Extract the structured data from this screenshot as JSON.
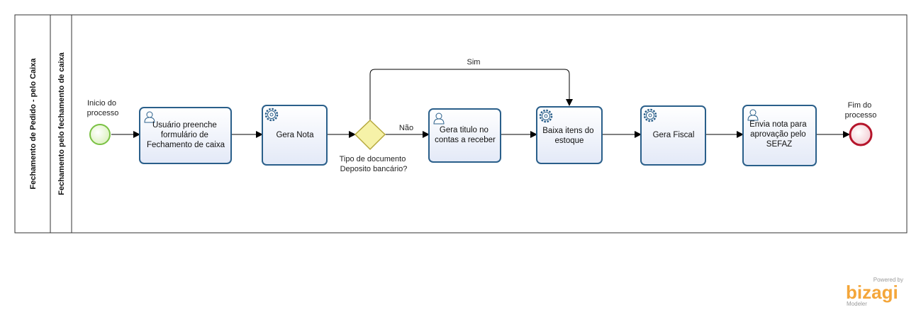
{
  "pool": {
    "title": "Fechamento de Pedido - pelo Caixa",
    "lane": "Fechamento pelo fechamento de caixa"
  },
  "start_event": {
    "label": [
      "Inicio do",
      "processo"
    ],
    "color": "#7ac143"
  },
  "end_event": {
    "label": [
      "Fim do",
      "processo"
    ],
    "color": "#b5152b"
  },
  "tasks": [
    {
      "id": "t1",
      "type": "user-task",
      "icon": "user-icon",
      "lines": [
        "Usuário preenche",
        "formulário de",
        "Fechamento de caixa"
      ]
    },
    {
      "id": "t2",
      "type": "service-task",
      "icon": "gear-icon",
      "lines": [
        "Gera Nota"
      ]
    },
    {
      "id": "t3",
      "type": "user-task",
      "icon": "user-icon",
      "lines": [
        "Gera titulo no",
        "contas a receber"
      ]
    },
    {
      "id": "t4",
      "type": "service-task",
      "icon": "gear-icon",
      "lines": [
        "Baixa  itens do",
        "estoque"
      ]
    },
    {
      "id": "t5",
      "type": "service-task",
      "icon": "gear-icon",
      "lines": [
        "Gera Fiscal"
      ]
    },
    {
      "id": "t6",
      "type": "user-task",
      "icon": "user-icon",
      "lines": [
        "Envia nota para",
        "aprovação pelo",
        "SEFAZ"
      ]
    }
  ],
  "gateway": {
    "label": [
      "Tipo de documento",
      "Deposito bancário?"
    ],
    "color": "#f5f0a0"
  },
  "flows": {
    "sim": "Sim",
    "nao": "Não"
  },
  "colors": {
    "task_border": "#2a5f8a",
    "task_fill": "#eef2fb",
    "pool_border": "#333333"
  },
  "branding": {
    "powered": "Powered by",
    "name": "bizagi",
    "sub": "Modeler"
  }
}
